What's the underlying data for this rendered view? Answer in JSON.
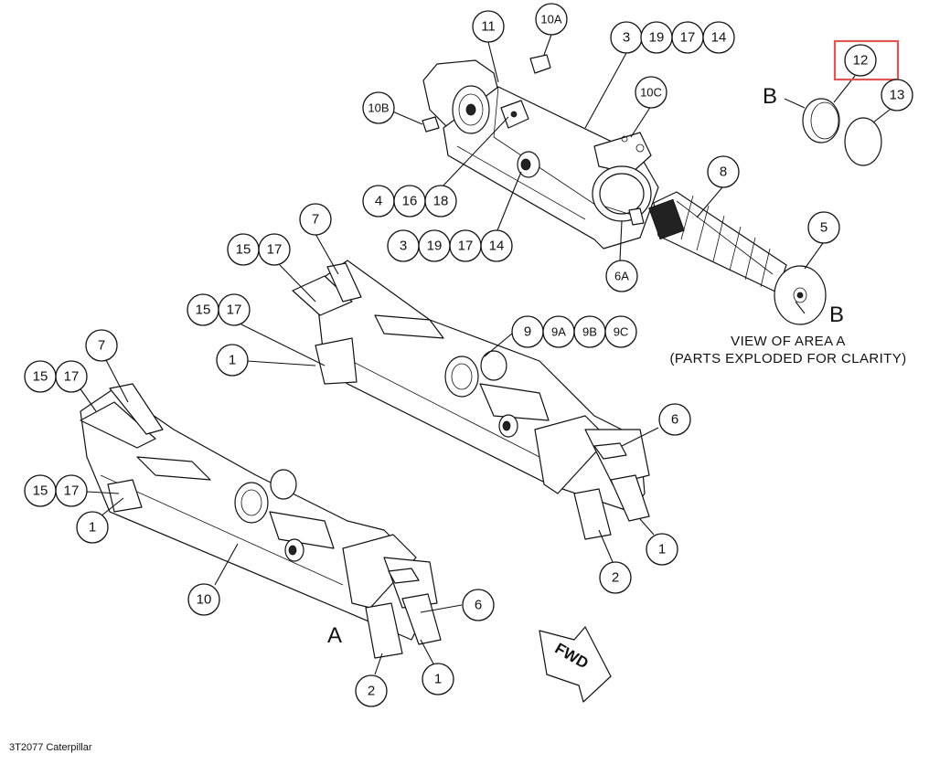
{
  "callouts": {
    "c11": "11",
    "c10A": "10A",
    "c3a": "3",
    "c19a": "19",
    "c17a": "17",
    "c14a": "14",
    "c12": "12",
    "c13": "13",
    "c10B": "10B",
    "c10C": "10C",
    "c4": "4",
    "c16": "16",
    "c18": "18",
    "c8": "8",
    "c3b": "3",
    "c19b": "19",
    "c17b": "17",
    "c14b": "14",
    "c5": "5",
    "c6A": "6A",
    "c7a": "7",
    "c15a": "15",
    "c17c": "17",
    "c15b": "15",
    "c17d": "17",
    "c1a": "1",
    "c9": "9",
    "c9A": "9A",
    "c9B": "9B",
    "c9C": "9C",
    "c7b": "7",
    "c15c": "15",
    "c17e": "17",
    "c15d": "15",
    "c17f": "17",
    "c1b": "1",
    "c6a": "6",
    "c2a": "2",
    "c1c": "1",
    "c10": "10",
    "c6b": "6",
    "c2b": "2",
    "c1d": "1"
  },
  "labels": {
    "letter_b_top": "B",
    "letter_b_bottom": "B",
    "letter_a": "A",
    "view_line1": "VIEW OF AREA A",
    "view_line2": "(PARTS EXPLODED FOR CLARITY)",
    "fwd": "FWD"
  },
  "footer": "3T2077 Caterpillar",
  "highlight_color": "#e05555"
}
